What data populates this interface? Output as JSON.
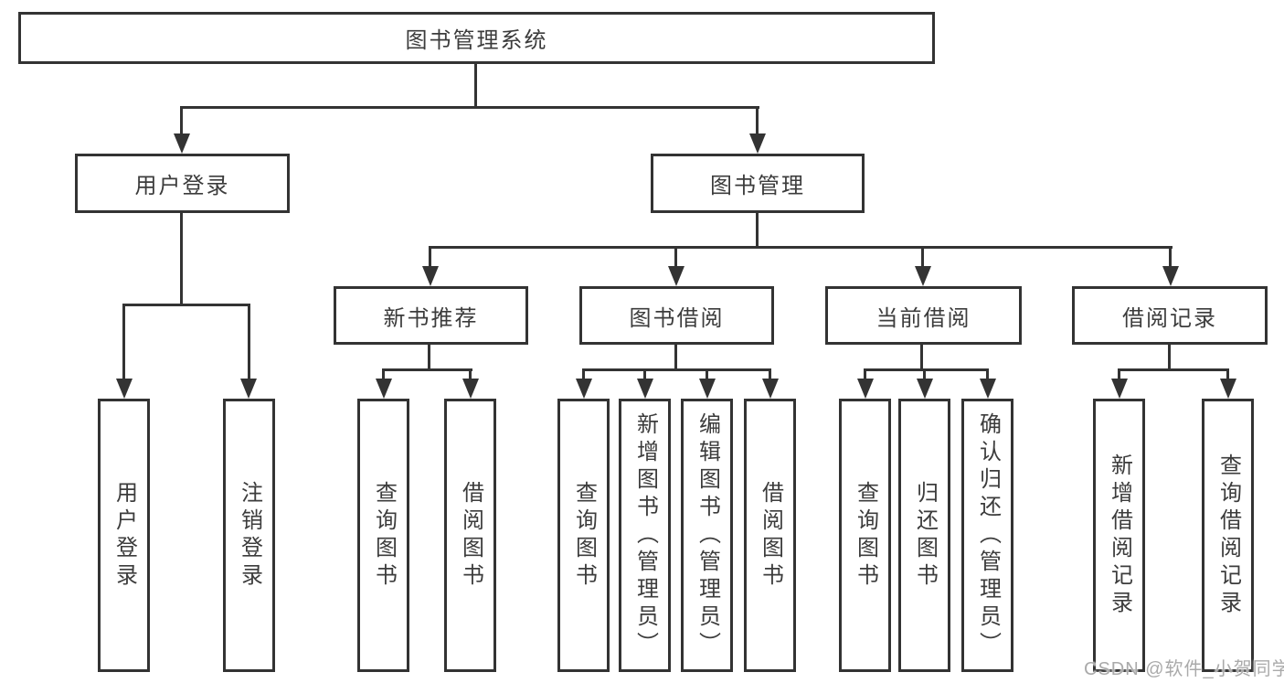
{
  "tree": {
    "root": "图书管理系统",
    "branches": [
      {
        "label": "用户登录",
        "children": [
          "用户登录",
          "注销登录"
        ]
      },
      {
        "label": "图书管理",
        "groups": [
          {
            "label": "新书推荐",
            "children": [
              "查询图书",
              "借阅图书"
            ]
          },
          {
            "label": "图书借阅",
            "children": [
              "查询图书",
              "新增图书（管理员）",
              "编辑图书（管理员）",
              "借阅图书"
            ]
          },
          {
            "label": "当前借阅",
            "children": [
              "查询图书",
              "归还图书",
              "确认归还（管理员）"
            ]
          },
          {
            "label": "借阅记录",
            "children": [
              "新增借阅记录",
              "查询借阅记录"
            ]
          }
        ]
      }
    ]
  },
  "watermark": {
    "text": "CSDN @软件_小贺同学"
  },
  "colors": {
    "line": "#333333",
    "box_border": "#333333",
    "text": "#3c3c3c",
    "background": "#ffffff",
    "watermark": "#aaaaaa"
  }
}
